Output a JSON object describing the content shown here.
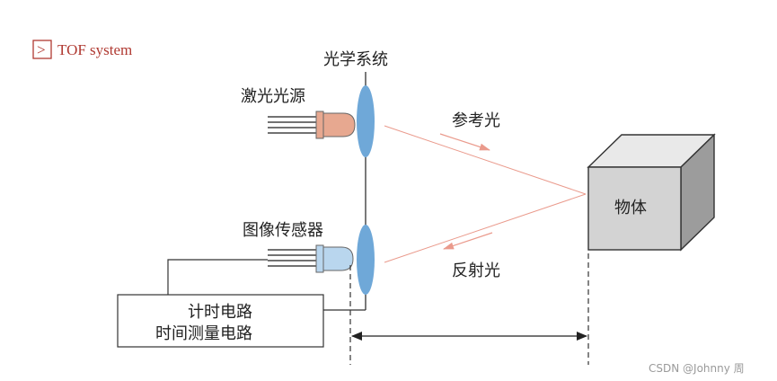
{
  "title": "TOF system",
  "title_marker": ">",
  "labels": {
    "optical_system": "光学系统",
    "laser_source": "激光光源",
    "image_sensor": "图像传感器",
    "reference_light": "参考光",
    "reflected_light": "反射光",
    "object": "物体",
    "timing_circuit_line1": "计时电路",
    "timing_circuit_line2": "时间测量电路"
  },
  "watermark": "CSDN @Johnny 周",
  "colors": {
    "title": "#b03a32",
    "lens": "#6fa8d8",
    "laser_body": "#e7a890",
    "sensor_body": "#b9d6ee",
    "light_ray": "#ea9a8c",
    "cube_front": "#d3d3d3",
    "cube_top": "#e9e9e9",
    "cube_side": "#9c9c9c"
  }
}
